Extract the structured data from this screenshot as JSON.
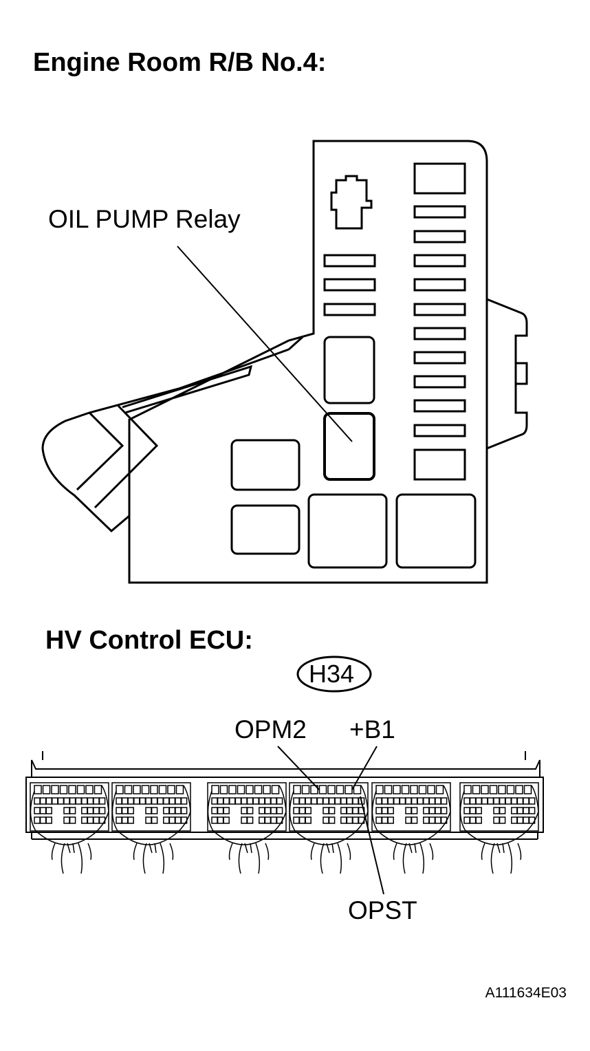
{
  "relay_box": {
    "title": "Engine Room R/B No.4:",
    "relay_label": "OIL PUMP Relay"
  },
  "ecu": {
    "title": "HV Control ECU:",
    "connector_code": "H34",
    "terminals": {
      "opm2": "OPM2",
      "b1": "+B1",
      "opst": "OPST"
    }
  },
  "figure_number": "A111634E03"
}
